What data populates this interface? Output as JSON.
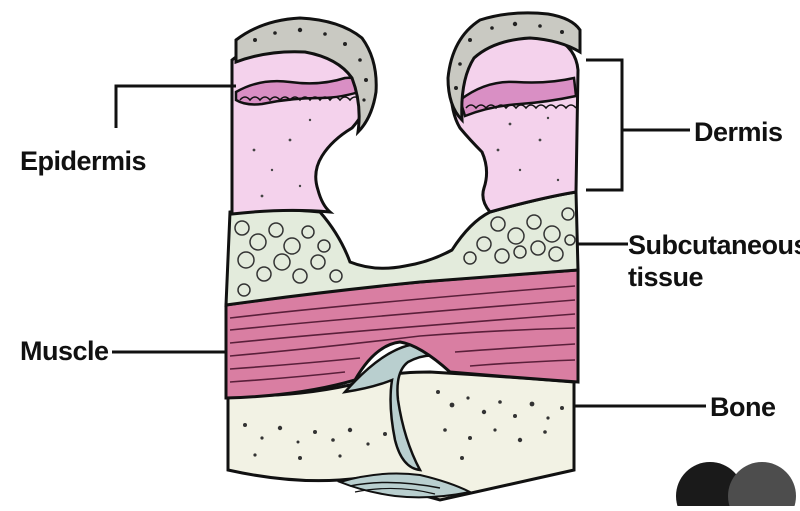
{
  "labels": {
    "epidermis": "Epidermis",
    "dermis": "Dermis",
    "subcutaneous_line1": "Subcutaneous",
    "subcutaneous_line2": "tissue",
    "muscle": "Muscle",
    "bone": "Bone"
  },
  "colors": {
    "dermis": "#f4d2ec",
    "epidermis_band": "#d98fc4",
    "subcutaneous": "#e3ebdc",
    "muscle": "#d97ea2",
    "bone": "#f2f2e4",
    "outline": "#111111"
  }
}
